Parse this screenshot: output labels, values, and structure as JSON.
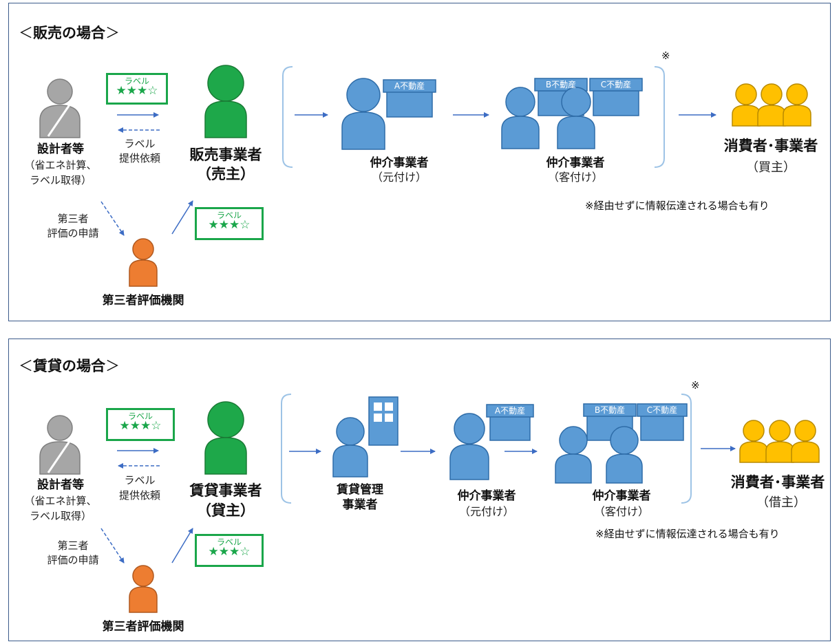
{
  "sale": {
    "title_open": "＜",
    "title": "販売の場合",
    "title_close": "＞",
    "designer_name": "設計者等",
    "designer_sub1": "（省エネ計算、",
    "designer_sub2": "ラベル取得）",
    "label_request1": "ラベル",
    "label_request2": "提供依頼",
    "third_party_request1": "第三者",
    "third_party_request2": "評価の申請",
    "third_party_org": "第三者評価機関",
    "seller_name": "販売事業者",
    "seller_role": "（売主）",
    "broker1_name": "仲介事業者",
    "broker1_role": "（元付け）",
    "broker2_name": "仲介事業者",
    "broker2_role": "（客付け）",
    "firm_a": "A不動産",
    "firm_b": "B不動産",
    "firm_c": "C不動産",
    "consumer_name": "消費者･事業者",
    "consumer_role": "（買主）",
    "asterisk": "※",
    "note": "※経由せずに情報伝達される場合も有り"
  },
  "rent": {
    "title_open": "＜",
    "title": "賃貸の場合",
    "title_close": "＞",
    "designer_name": "設計者等",
    "designer_sub1": "（省エネ計算、",
    "designer_sub2": "ラベル取得）",
    "label_request1": "ラベル",
    "label_request2": "提供依頼",
    "third_party_request1": "第三者",
    "third_party_request2": "評価の申請",
    "third_party_org": "第三者評価機関",
    "lessor_name": "賃貸事業者",
    "lessor_role": "（貸主）",
    "manager_name1": "賃貸管理",
    "manager_name2": "事業者",
    "broker1_name": "仲介事業者",
    "broker1_role": "（元付け）",
    "broker2_name": "仲介事業者",
    "broker2_role": "（客付け）",
    "firm_a": "A不動産",
    "firm_b": "B不動産",
    "firm_c": "C不動産",
    "consumer_name": "消費者･事業者",
    "consumer_role": "（借主）",
    "asterisk": "※",
    "note": "※経由せずに情報伝達される場合も有り"
  },
  "label_card": {
    "title": "ラベル",
    "stars": "★★★☆"
  },
  "colors": {
    "border": "#3b5a8a",
    "arrow": "#3c6cc4",
    "label_green": "#1aa64a",
    "person_gray": "#a6a6a6",
    "person_green": "#1ea84a",
    "person_blue": "#5b9bd5",
    "person_orange": "#ed7d31",
    "person_gold": "#ffc000",
    "building_blue": "#5b9bd5"
  },
  "icons": [
    "designer-with-pen-icon",
    "seller-person-icon",
    "broker-person-icon",
    "store-building-icon",
    "office-building-icon",
    "consumer-group-icon",
    "third-party-person-icon"
  ]
}
